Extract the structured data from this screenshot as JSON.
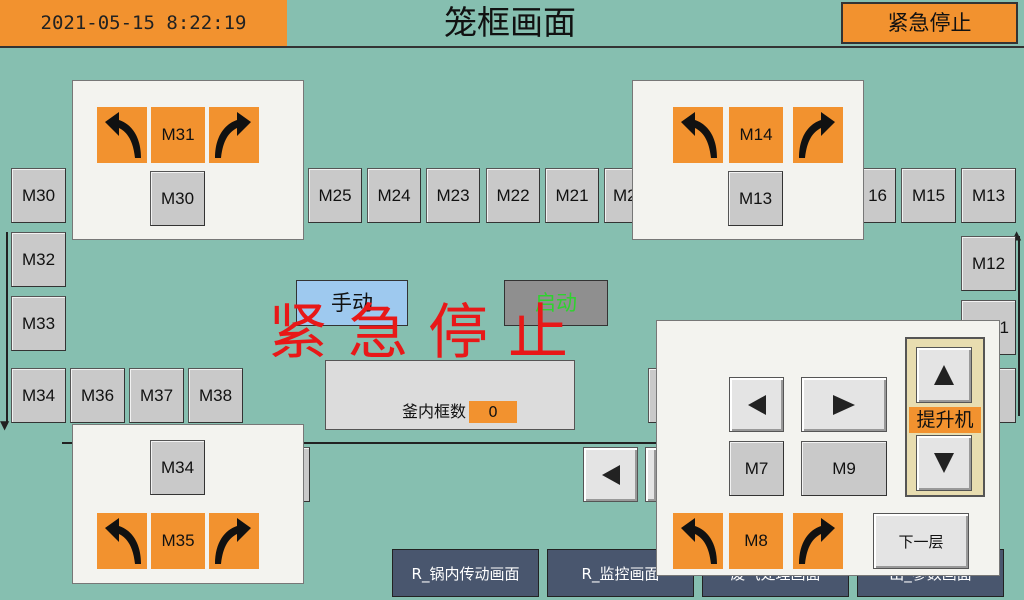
{
  "header": {
    "datetime": "2021-05-15 8:22:19",
    "title": "笼框画面",
    "estop_label": "紧急停止"
  },
  "colors": {
    "background": "#86bfb0",
    "accent": "#f2922f",
    "alarm": "#e81818",
    "start_green": "#2fd22f",
    "nav_dark": "#49566e"
  },
  "motors": {
    "m30": "M30",
    "m25": "M25",
    "m24": "M24",
    "m23": "M23",
    "m22": "M22",
    "m21": "M21",
    "m2x": "M2",
    "m16": "16",
    "m15": "M15",
    "m13": "M13",
    "m32": "M32",
    "m33": "M33",
    "m12": "M12",
    "m11": "1",
    "m34": "M34",
    "m36": "M36",
    "m37": "M37",
    "m38": "M38"
  },
  "popup_top_left": {
    "upper": "M31",
    "lower": "M30"
  },
  "popup_top_right": {
    "upper": "M14",
    "lower": "M13"
  },
  "popup_bottom_left": {
    "upper": "M34",
    "lower": "M35"
  },
  "control": {
    "manual_label": "手动",
    "start_label": "启动",
    "emergency_overlay": "紧急停止",
    "count_label": "釜内框数",
    "count_value": "0"
  },
  "lift_panel": {
    "m7": "M7",
    "m9": "M9",
    "m8": "M8",
    "lift_label": "提升机",
    "next_layer": "下一层"
  },
  "bottom_nav": [
    "R_锅内传动画面",
    "R_监控画面",
    "废气处理画面",
    "出_参数画面"
  ]
}
